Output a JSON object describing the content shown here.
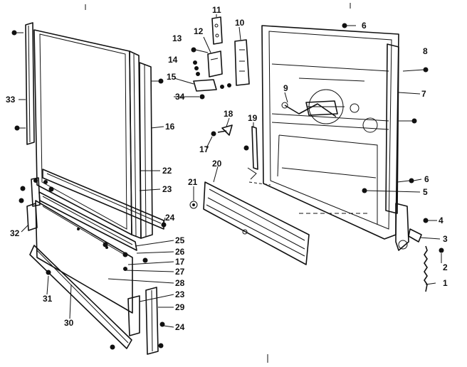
{
  "labels": [
    {
      "id": "callout-1",
      "text": "1"
    },
    {
      "id": "callout-2",
      "text": "2"
    },
    {
      "id": "callout-3",
      "text": "3"
    },
    {
      "id": "callout-4",
      "text": "4"
    },
    {
      "id": "callout-5",
      "text": "5"
    },
    {
      "id": "callout-6a",
      "text": "6"
    },
    {
      "id": "callout-6b",
      "text": "6"
    },
    {
      "id": "callout-7",
      "text": "7"
    },
    {
      "id": "callout-8",
      "text": "8"
    },
    {
      "id": "callout-9",
      "text": "9"
    },
    {
      "id": "callout-10",
      "text": "10"
    },
    {
      "id": "callout-11",
      "text": "11"
    },
    {
      "id": "callout-12",
      "text": "12"
    },
    {
      "id": "callout-13",
      "text": "13"
    },
    {
      "id": "callout-14",
      "text": "14"
    },
    {
      "id": "callout-15",
      "text": "15"
    },
    {
      "id": "callout-16",
      "text": "16"
    },
    {
      "id": "callout-17a",
      "text": "17"
    },
    {
      "id": "callout-17b",
      "text": "17"
    },
    {
      "id": "callout-18",
      "text": "18"
    },
    {
      "id": "callout-19",
      "text": "19"
    },
    {
      "id": "callout-20",
      "text": "20"
    },
    {
      "id": "callout-21",
      "text": "21"
    },
    {
      "id": "callout-22",
      "text": "22"
    },
    {
      "id": "callout-23a",
      "text": "23"
    },
    {
      "id": "callout-23b",
      "text": "23"
    },
    {
      "id": "callout-24a",
      "text": "24"
    },
    {
      "id": "callout-24b",
      "text": "24"
    },
    {
      "id": "callout-25",
      "text": "25"
    },
    {
      "id": "callout-26",
      "text": "26"
    },
    {
      "id": "callout-27",
      "text": "27"
    },
    {
      "id": "callout-28",
      "text": "28"
    },
    {
      "id": "callout-29",
      "text": "29"
    },
    {
      "id": "callout-30",
      "text": "30"
    },
    {
      "id": "callout-31",
      "text": "31"
    },
    {
      "id": "callout-32",
      "text": "32"
    },
    {
      "id": "callout-33",
      "text": "33"
    },
    {
      "id": "callout-34",
      "text": "34"
    }
  ]
}
